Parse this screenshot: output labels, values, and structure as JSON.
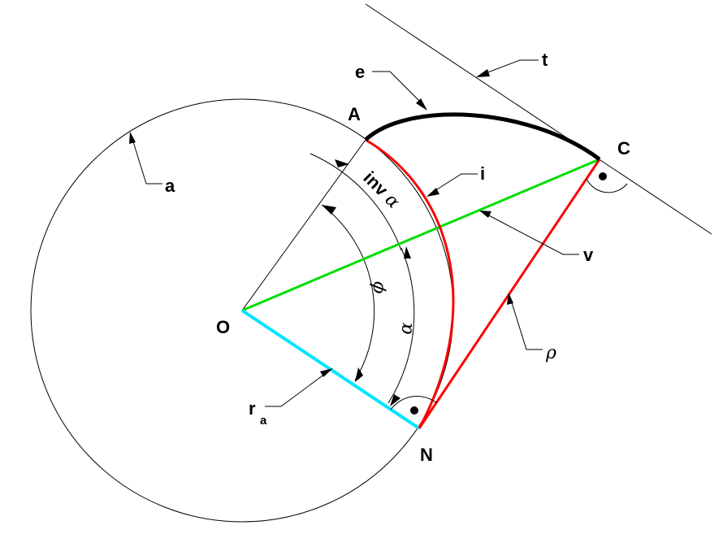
{
  "labels": {
    "e": "e",
    "t": "t",
    "A": "A",
    "C": "C",
    "a": "a",
    "i": "i",
    "inv": "inv",
    "alpha_greek": "α",
    "phi": "ϕ",
    "v": "v",
    "O": "O",
    "rho": "ρ",
    "r": "r",
    "r_sub": "a",
    "N": "N"
  },
  "colors": {
    "line": "#000000",
    "involute": "#ff0000",
    "radius_green": "#00dd00",
    "radius_cyan": "#00e5ff",
    "tip_arc": "#000000"
  }
}
